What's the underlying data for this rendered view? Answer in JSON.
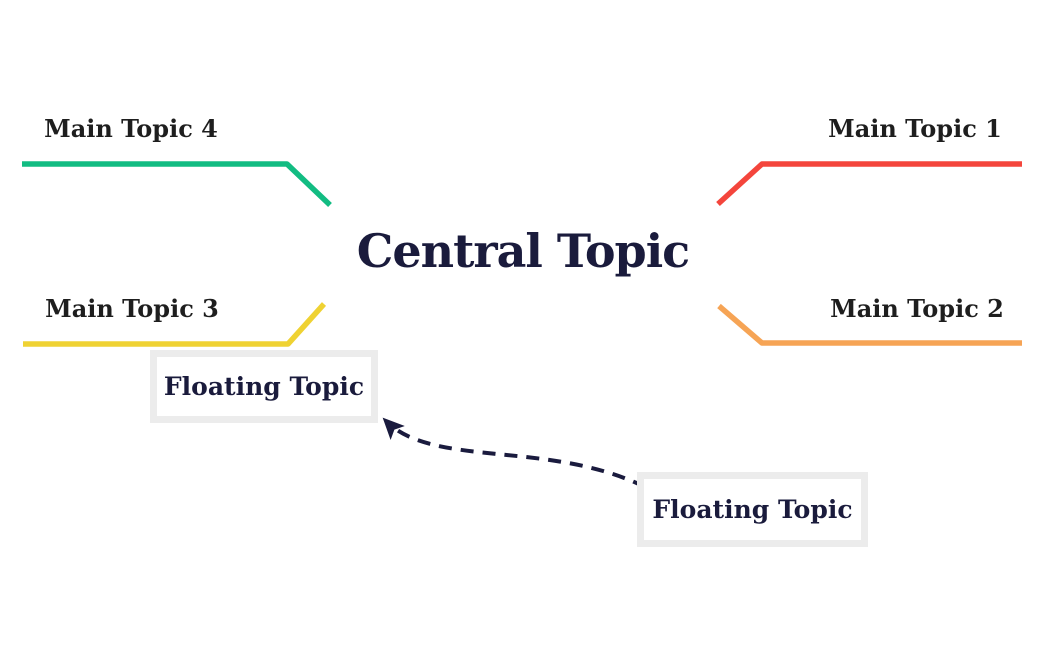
{
  "canvas": {
    "background": "#ffffff"
  },
  "central_topic": {
    "label": "Central Topic",
    "text_color": "#1a1b3c"
  },
  "main_topics": [
    {
      "label": "Main Topic 1",
      "position": "top-right",
      "branch_color": "#f4453c"
    },
    {
      "label": "Main Topic 2",
      "position": "bottom-right",
      "branch_color": "#f6a455"
    },
    {
      "label": "Main Topic 3",
      "position": "bottom-left",
      "branch_color": "#efd233"
    },
    {
      "label": "Main Topic 4",
      "position": "top-left",
      "branch_color": "#12bc82"
    }
  ],
  "main_topic_text_color": "#1e1e1e",
  "floating_topics": [
    {
      "label": "Floating Topic",
      "border_color": "#ececec",
      "text_color": "#1a1b3c"
    },
    {
      "label": "Floating Topic",
      "border_color": "#ececec",
      "text_color": "#1a1b3c"
    }
  ],
  "relationship": {
    "type": "dashed-arrow",
    "from": "floating-topic-2",
    "to": "floating-topic-1",
    "color": "#1a1b3e"
  }
}
